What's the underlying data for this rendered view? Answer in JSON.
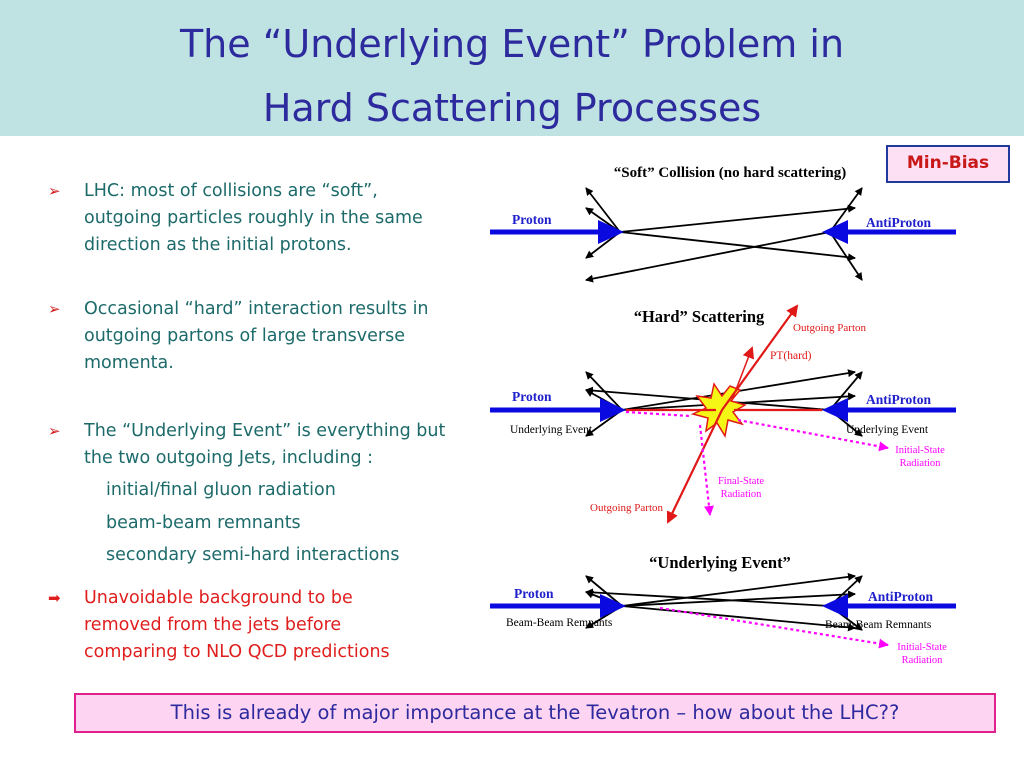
{
  "title": {
    "line1": "The “Underlying Event” Problem in",
    "line2": "Hard Scattering Processes"
  },
  "bullets": [
    {
      "lines": [
        "LHC:  most of collisions  are “soft”,",
        "outgoing particles roughly in the same",
        "direction as the initial protons."
      ]
    },
    {
      "lines": [
        "Occasional “hard” interaction results   in",
        "outgoing partons of large transverse",
        "momenta."
      ]
    },
    {
      "lines": [
        "The “Underlying Event” is everything but",
        "the two outgoing Jets, including :"
      ]
    }
  ],
  "sub_items": [
    "initial/final gluon radiation",
    "beam-beam remnants",
    "secondary semi-hard interactions"
  ],
  "red_bullet": {
    "lines": [
      "Unavoidable background to be",
      "removed from the jets before",
      "comparing to NLO QCD predictions"
    ]
  },
  "footer": "This is already of major importance at the Tevatron – how about the LHC??",
  "min_bias": "Min-Bias",
  "diagrams": {
    "soft": {
      "title": "“Soft” Collision (no hard scattering)",
      "left": "Proton",
      "right": "AntiProton"
    },
    "hard": {
      "title": "“Hard” Scattering",
      "outgoing_top": "Outgoing Parton",
      "pt": "PT(hard)",
      "left": "Proton",
      "right": "AntiProton",
      "ue_left": "Underlying Event",
      "ue_right": "Underlying Event",
      "isr_1": "Initial-State",
      "isr_2": "Radiation",
      "fsr_1": "Final-State",
      "fsr_2": "Radiation",
      "outgoing_bottom": "Outgoing Parton"
    },
    "ue": {
      "title": "“Underlying Event”",
      "left": "Proton",
      "right": "AntiProton",
      "bb_left": "Beam-Beam Remnants",
      "bb_right": "Beam-Beam Remnants",
      "isr_1": "Initial-State",
      "isr_2": "Radiation"
    }
  },
  "colors": {
    "title": "#2d2a9e",
    "title_bg": "#bfe3e3",
    "beam": "#0a0ae0",
    "parton": "#e01818",
    "radiation": "#ff00ff",
    "star": "#f5f516"
  }
}
